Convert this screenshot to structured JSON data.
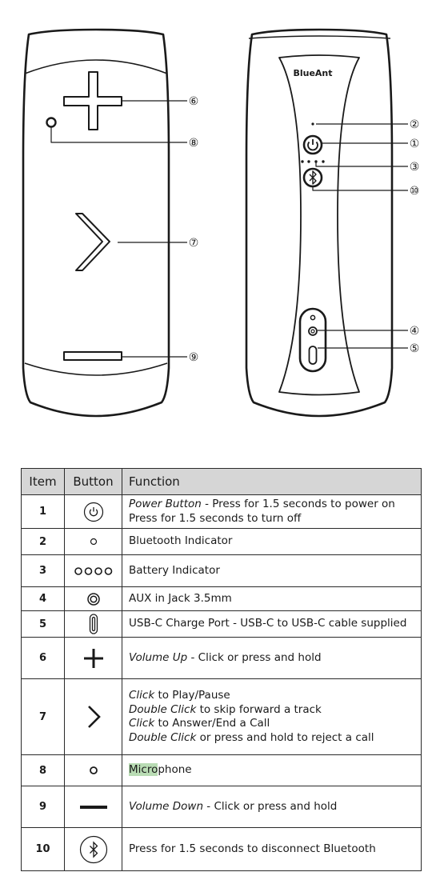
{
  "diagram": {
    "brand": "BlueAnt",
    "callouts": [
      "⑥",
      "⑧",
      "⑦",
      "⑨",
      "②",
      "①",
      "③",
      "⑩",
      "④",
      "⑤"
    ]
  },
  "table": {
    "headers": [
      "Item",
      "Button",
      "Function"
    ],
    "rows": [
      {
        "item": "1",
        "icon": "power-icon",
        "lines": [
          [
            {
              "t": "Power Button",
              "i": true
            },
            {
              "t": " - Press for 1.5 seconds to power on"
            }
          ],
          [
            {
              "t": "Press for 1.5 seconds to turn off"
            }
          ]
        ]
      },
      {
        "item": "2",
        "icon": "indicator-dot-icon",
        "lines": [
          [
            {
              "t": "Bluetooth Indicator"
            }
          ]
        ]
      },
      {
        "item": "3",
        "icon": "battery-dots-icon",
        "lines": [
          [
            {
              "t": "Battery Indicator"
            }
          ]
        ]
      },
      {
        "item": "4",
        "icon": "aux-jack-icon",
        "lines": [
          [
            {
              "t": "AUX in Jack 3.5mm"
            }
          ]
        ]
      },
      {
        "item": "5",
        "icon": "usb-c-port-icon",
        "lines": [
          [
            {
              "t": "USB-C Charge Port - USB-C to USB-C cable supplied"
            }
          ]
        ]
      },
      {
        "item": "6",
        "icon": "plus-icon",
        "lines": [
          [
            {
              "t": "Volume Up",
              "i": true
            },
            {
              "t": " - Click or press and hold"
            }
          ]
        ]
      },
      {
        "item": "7",
        "icon": "chevron-right-icon",
        "lines": [
          [
            {
              "t": "Click",
              "i": true
            },
            {
              "t": " to Play/Pause"
            }
          ],
          [
            {
              "t": "Double Click",
              "i": true
            },
            {
              "t": " to skip forward a track"
            }
          ],
          [
            {
              "t": "Click",
              "i": true
            },
            {
              "t": " to Answer/End a Call"
            }
          ],
          [
            {
              "t": "Double Click",
              "i": true
            },
            {
              "t": " or press and hold to reject a call"
            }
          ]
        ]
      },
      {
        "item": "8",
        "icon": "microphone-icon",
        "lines": [
          [
            {
              "t": "Micro",
              "h": true
            },
            {
              "t": "phone"
            }
          ]
        ]
      },
      {
        "item": "9",
        "icon": "minus-icon",
        "lines": [
          [
            {
              "t": "Volume Down",
              "i": true
            },
            {
              "t": " - Click or press and hold"
            }
          ]
        ]
      },
      {
        "item": "10",
        "icon": "bluetooth-icon",
        "lines": [
          [
            {
              "t": "Press for 1.5 seconds to disconnect Bluetooth"
            }
          ]
        ]
      }
    ]
  }
}
